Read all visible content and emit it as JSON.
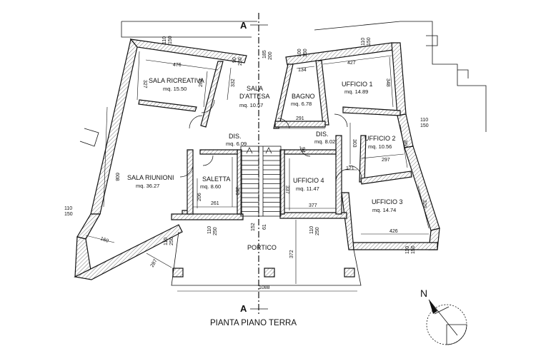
{
  "title": "PIANTA PIANO TERRA",
  "section_mark": "A",
  "north_label": "N",
  "rooms": [
    {
      "key": "sala_ricreativa",
      "name": "SALA RICREATIVA",
      "area": "mq. 15.50"
    },
    {
      "key": "sala_attesa",
      "name_line1": "SALA",
      "name_line2": "D'ATTESA",
      "area": "mq. 10.57"
    },
    {
      "key": "bagno",
      "name": "BAGNO",
      "area": "mq. 6.78"
    },
    {
      "key": "ufficio1",
      "name": "UFFICIO 1",
      "area": "mq. 14.89"
    },
    {
      "key": "ufficio2",
      "name": "UFFICIO 2",
      "area": "mq. 10.56"
    },
    {
      "key": "ufficio3",
      "name": "UFFICIO 3",
      "area": "mq. 14.74"
    },
    {
      "key": "ufficio4",
      "name": "UFFICIO 4",
      "area": "mq. 11.47"
    },
    {
      "key": "sala_riunioni",
      "name": "SALA RIUNIONI",
      "area": "mq. 36.27"
    },
    {
      "key": "saletta",
      "name": "SALETTA",
      "area": "mq. 8.60"
    },
    {
      "key": "dis_left",
      "name": "DIS.",
      "area": "mq. 6.09"
    },
    {
      "key": "dis_right",
      "name": "DIS.",
      "area": "mq. 8.02"
    },
    {
      "key": "portico",
      "name": "PORTICO"
    }
  ],
  "dimensions": {
    "d476": "476",
    "d327": "327",
    "d263": "263",
    "d332": "332",
    "d134": "134",
    "d427": "427",
    "d348": "348",
    "d291": "291",
    "d94": "94",
    "d303": "303",
    "d360": "360",
    "d297": "297",
    "d121": "121",
    "d329": "329",
    "d426": "426",
    "d608": "608",
    "d206": "206",
    "d350": "350",
    "d337": "337",
    "d261": "261",
    "d377": "377",
    "d372": "372",
    "d1088": "1088",
    "d287": "287",
    "d160": "160",
    "w_110_150_a": "110",
    "w_110_150_b": "150",
    "w_90": "90",
    "w_250": "250",
    "w_185": "185",
    "w_200": "200",
    "w_100": "100",
    "w_150": "150",
    "w_110_250_l1": "110",
    "w_110_250_l2": "250",
    "w_152": "152",
    "w_61": "61",
    "w_110_250_r1": "110",
    "w_110_250_r2": "250"
  }
}
